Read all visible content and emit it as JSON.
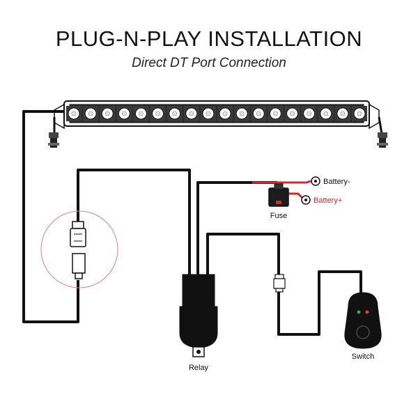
{
  "header": {
    "title": "PLUG-N-PLAY INSTALLATION",
    "subtitle": "Direct DT Port Connection"
  },
  "labels": {
    "battery_negative": "Battery-",
    "battery_positive": "Battery+",
    "fuse": "Fuse",
    "relay": "Relay",
    "switch": "Switch"
  },
  "light_bar": {
    "led_count": 18
  },
  "colors": {
    "wire": "#111111",
    "positive_wire": "#d8262b",
    "highlight_circle": "#d9838a",
    "switch_led_red": "#e53935",
    "switch_led_green": "#43a047"
  }
}
